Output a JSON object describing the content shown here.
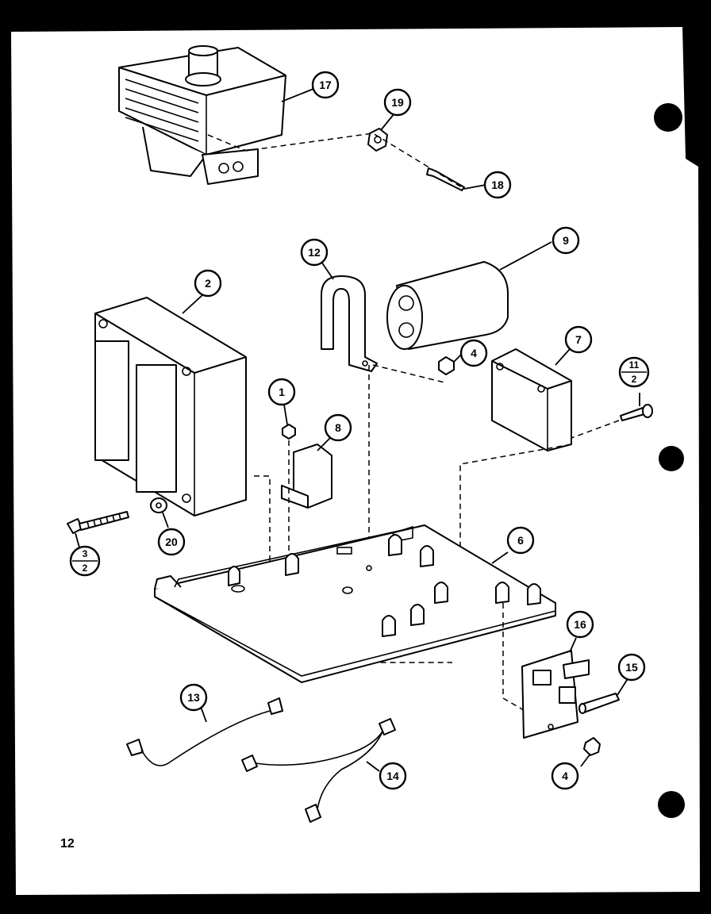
{
  "page_number": "12",
  "callouts": {
    "c1": "1",
    "c2": "2",
    "c3_num": "3",
    "c3_den": "2",
    "c4a": "4",
    "c4b": "4",
    "c6": "6",
    "c7": "7",
    "c8": "8",
    "c9": "9",
    "c11_num": "11",
    "c11_den": "2",
    "c12": "12",
    "c13": "13",
    "c14": "14",
    "c15": "15",
    "c16": "16",
    "c17": "17",
    "c18": "18",
    "c19": "19",
    "c20": "20"
  },
  "colors": {
    "paper": "#ffffff",
    "ink": "#000000",
    "border": "#000000"
  }
}
